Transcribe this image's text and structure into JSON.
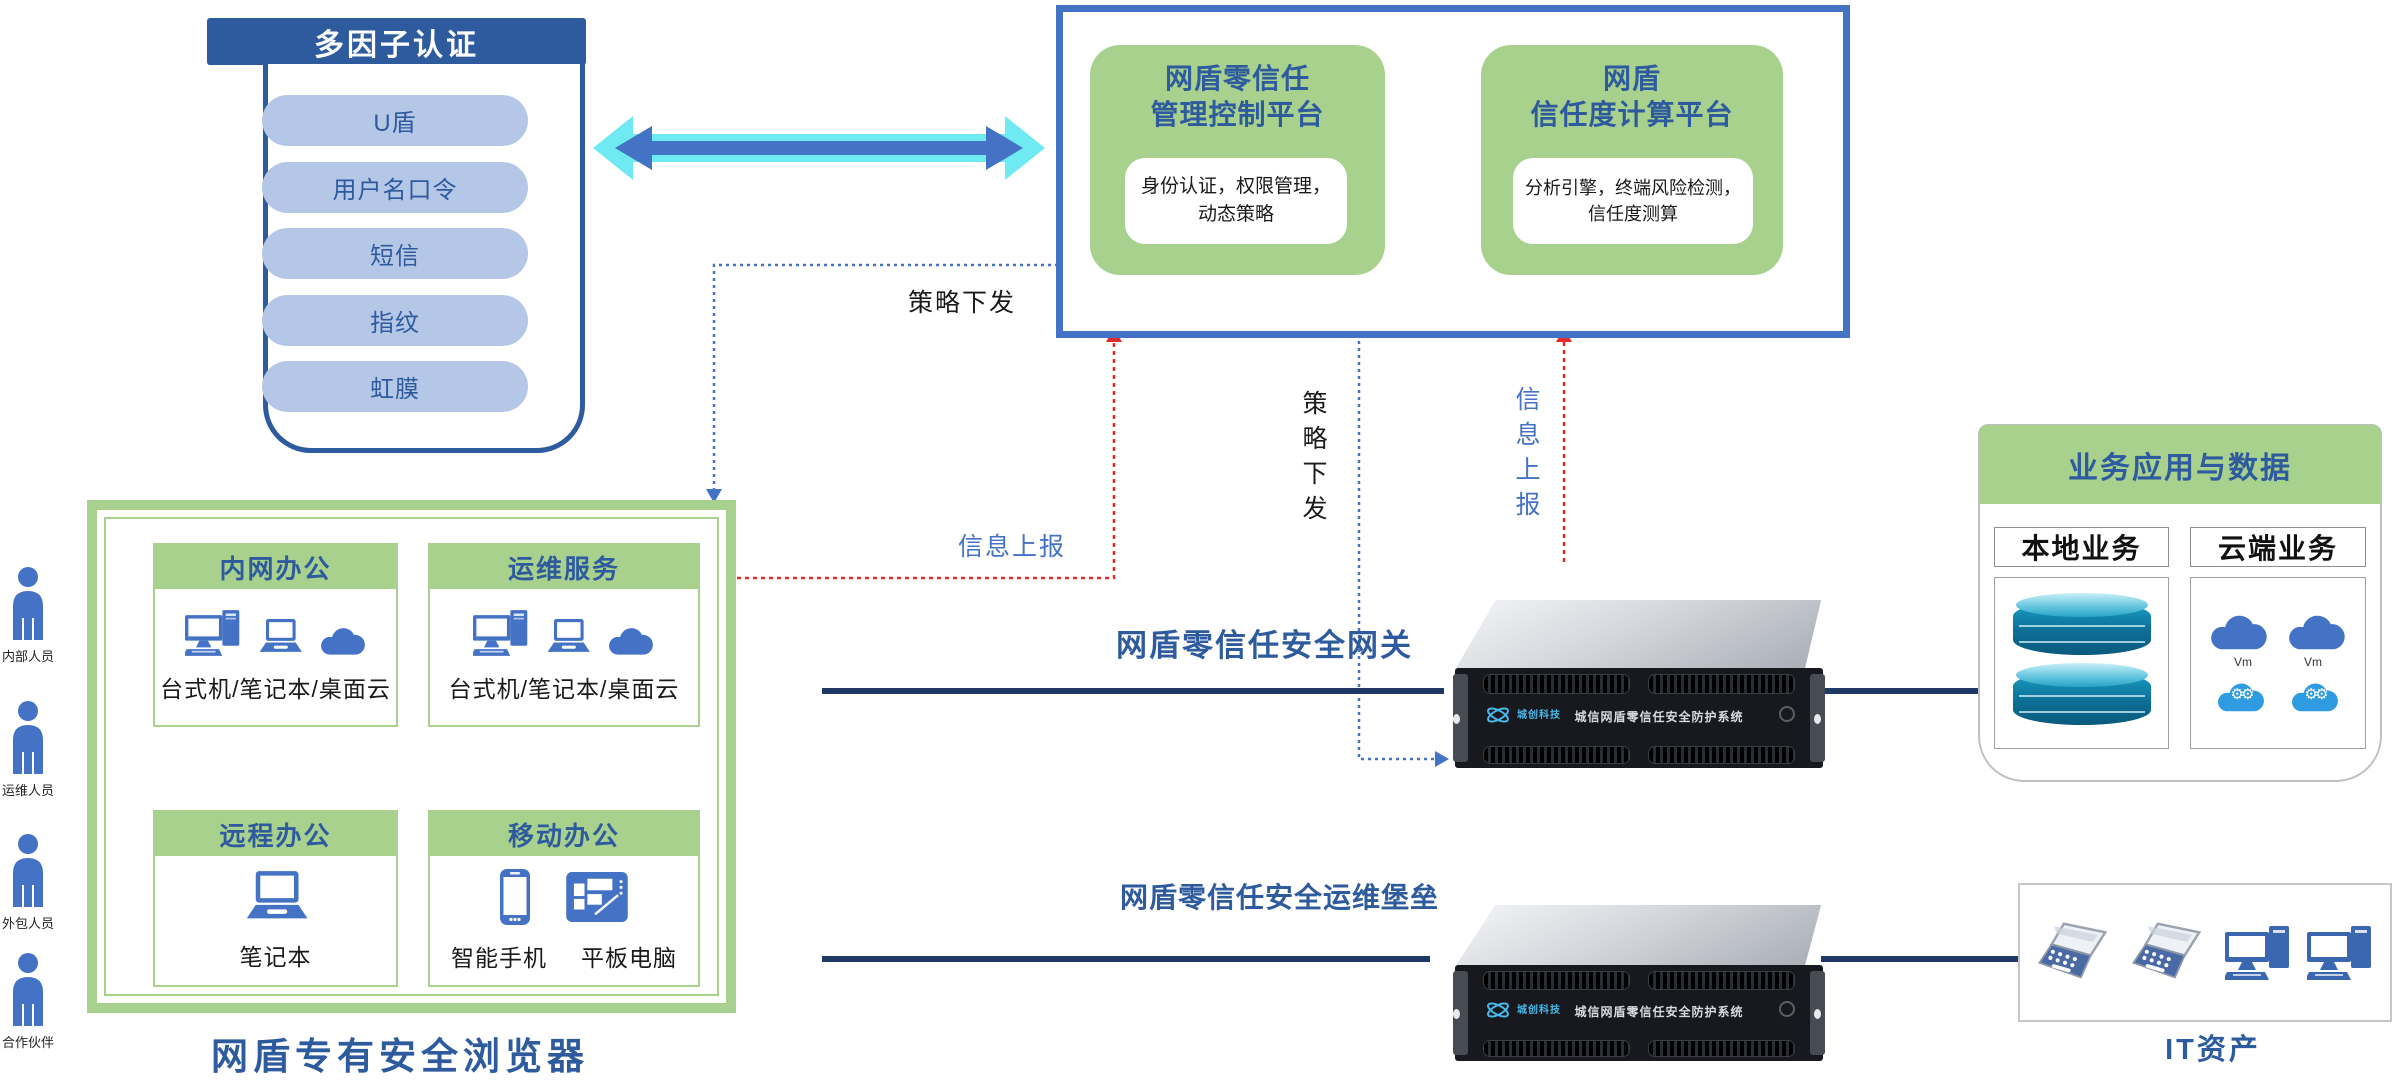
{
  "colors": {
    "green": "#a9d18e",
    "title_blue": "#2e5b9e",
    "accent_blue": "#4472c4",
    "pill_blue": "#b4c7e7",
    "navy_line": "#1f3864",
    "red_dash": "#e02b2b",
    "cyan_arrow": "#6fe9f2",
    "db_teal": "#0d6f96"
  },
  "mfa": {
    "title": "多因子认证",
    "items": [
      "U盾",
      "用户名口令",
      "短信",
      "指纹",
      "虹膜"
    ]
  },
  "platform": {
    "control": {
      "title": "网盾零信任\n管理控制平台",
      "detail": "身份认证，权限管理，\n动态策略"
    },
    "trust": {
      "title": "网盾\n信任度计算平台",
      "detail": "分析引擎，终端风险检测，\n信任度测算"
    }
  },
  "flows": {
    "policy_top": "策略下发",
    "info_left": "信息上报",
    "policy_mid": "策略下发",
    "info_mid": "信息上报"
  },
  "clients": {
    "caption": "网盾专有安全浏览器",
    "quadrants": [
      {
        "title": "内网办公",
        "label": "台式机/笔记本/桌面云"
      },
      {
        "title": "运维服务",
        "label": "台式机/笔记本/桌面云"
      },
      {
        "title": "远程办公",
        "label": "笔记本"
      },
      {
        "title": "移动办公",
        "label": "智能手机",
        "label2": "平板电脑"
      }
    ]
  },
  "persons": [
    {
      "label": "内部人员"
    },
    {
      "label": "运维人员"
    },
    {
      "label": "外包人员"
    },
    {
      "label": "合作伙伴"
    }
  ],
  "gateway_label": "网盾零信任安全网关",
  "bastion_label": "网盾零信任安全运维堡垒",
  "server": {
    "logo_text": "城创科技",
    "bezel_text": "城信网盾零信任安全防护系统"
  },
  "business": {
    "title": "业务应用与数据",
    "local": "本地业务",
    "cloud": "云端业务",
    "vm1": "Vm",
    "vm2": "Vm"
  },
  "it_assets": {
    "label": "IT资产"
  }
}
